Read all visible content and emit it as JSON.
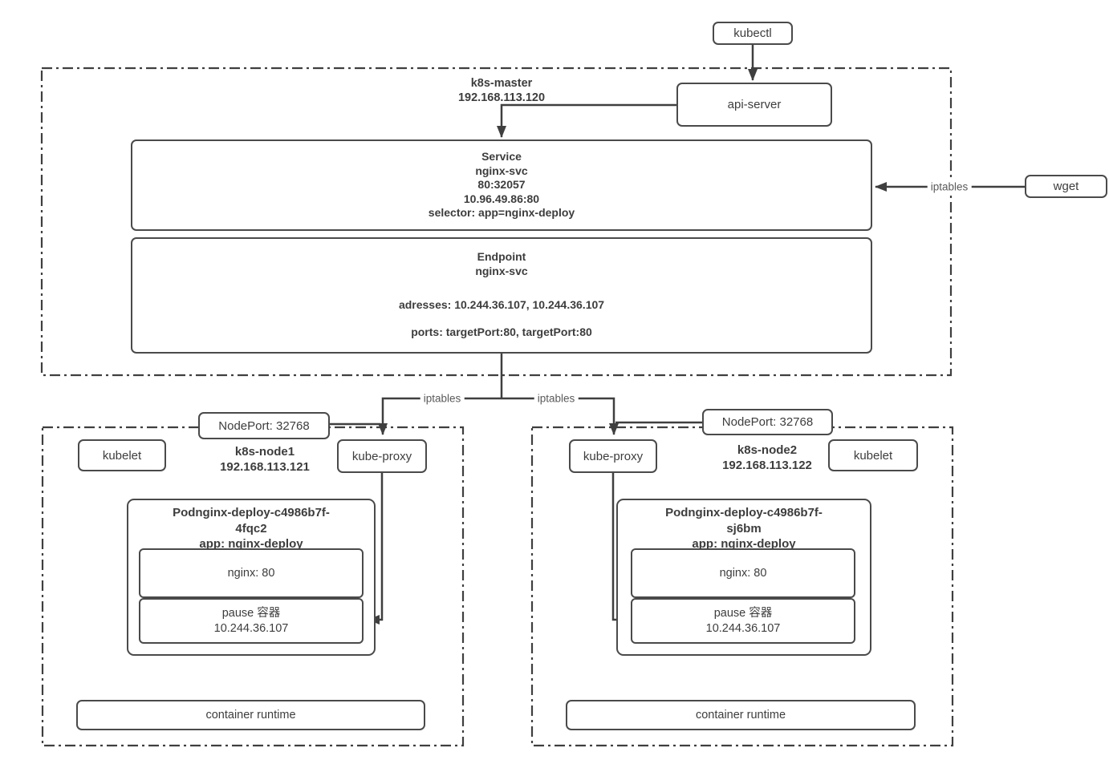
{
  "palette": {
    "stroke": "#4a4a4a",
    "text": "#3d3d3d",
    "muted_label": "#5a5a5a",
    "background": "#ffffff"
  },
  "external": {
    "kubectl": "kubectl",
    "wget": "wget"
  },
  "edge_labels": {
    "iptables": "iptables"
  },
  "master": {
    "name": "k8s-master",
    "ip": "192.168.113.120",
    "api_server": "api-server",
    "service": {
      "lines": [
        "Service",
        "nginx-svc",
        "80:32057",
        "10.96.49.86:80",
        "selector: app=nginx-deploy"
      ]
    },
    "endpoint": {
      "title": "Endpoint",
      "name": "nginx-svc",
      "addresses": "adresses: 10.244.36.107, 10.244.36.107",
      "ports": "ports: targetPort:80, targetPort:80"
    }
  },
  "node1": {
    "name": "k8s-node1",
    "ip": "192.168.113.121",
    "nodeport": "NodePort: 32768",
    "kubelet": "kubelet",
    "kube_proxy": "kube-proxy",
    "pod": {
      "title_line1": "Podnginx-deploy-c4986b7f-",
      "title_line2": "4fqc2",
      "title_line3": "app: nginx-deploy",
      "nginx": "nginx: 80",
      "pause_title": "pause 容器",
      "pause_ip": "10.244.36.107"
    },
    "container_runtime": "container runtime"
  },
  "node2": {
    "name": "k8s-node2",
    "ip": "192.168.113.122",
    "nodeport": "NodePort: 32768",
    "kubelet": "kubelet",
    "kube_proxy": "kube-proxy",
    "pod": {
      "title_line1": "Podnginx-deploy-c4986b7f-",
      "title_line2": "sj6bm",
      "title_line3": "app: nginx-deploy",
      "nginx": "nginx: 80",
      "pause_title": "pause 容器",
      "pause_ip": "10.244.36.107"
    },
    "container_runtime": "container runtime"
  }
}
